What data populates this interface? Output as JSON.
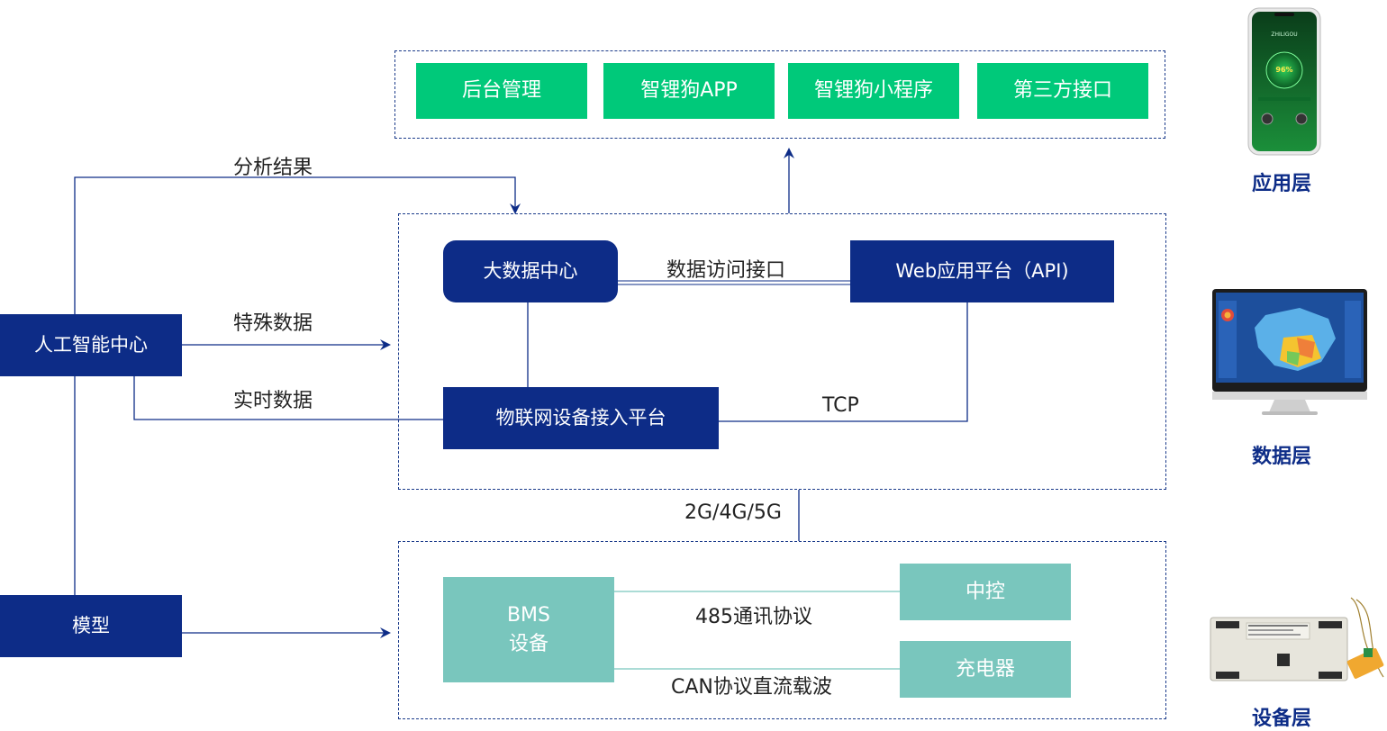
{
  "app_layer": {
    "items": [
      "后台管理",
      "智锂狗APP",
      "智锂狗小程序",
      "第三方接口"
    ]
  },
  "data_layer": {
    "big_data": "大数据中心",
    "web_platform": "Web应用平台（API)",
    "iot_platform": "物联网设备接入平台",
    "data_access_label": "数据访问接口",
    "tcp_label": "TCP"
  },
  "ai_center": "人工智能中心",
  "model": "模型",
  "labels": {
    "analysis_result": "分析结果",
    "special_data": "特殊数据",
    "realtime_data": "实时数据",
    "network": "2G/4G/5G"
  },
  "device_layer": {
    "bms_line1": "BMS",
    "bms_line2": "设备",
    "central_control": "中控",
    "charger": "充电器",
    "protocol_485": "485通讯协议",
    "protocol_can": "CAN协议直流载波"
  },
  "layers": {
    "app": "应用层",
    "data": "数据层",
    "device": "设备层"
  },
  "phone": {
    "brand": "ZHILIGOU",
    "percent": "96%"
  },
  "colors": {
    "navy": "#0d2c87",
    "green": "#00c97a",
    "teal": "#79c6bd"
  }
}
